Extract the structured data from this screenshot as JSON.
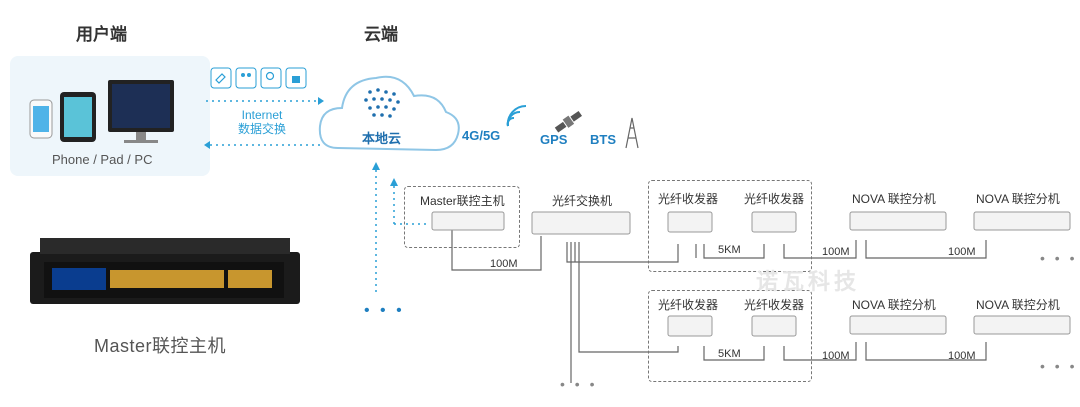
{
  "sections": {
    "user": "用户端",
    "cloud": "云端"
  },
  "user_panel": {
    "caption": "Phone / Pad / PC"
  },
  "network": {
    "line1": "Internet",
    "line2": "数据交换"
  },
  "cloud": {
    "label": "本地云"
  },
  "signals": {
    "cell": "4G/5G",
    "gps": "GPS",
    "bts": "BTS"
  },
  "server": {
    "caption": "Master联控主机"
  },
  "diagram": {
    "master_box": "Master联控主机",
    "switch": "光纤交换机",
    "transceiver": "光纤收发器",
    "nova": "NOVA 联控分机",
    "speed_100m": "100M",
    "speed_5km": "5KM",
    "more": "• • •"
  },
  "watermark": "诺瓦科技",
  "colors": {
    "accent": "#2a9fd6",
    "cloud_text": "#1f6fae",
    "line": "#666666"
  },
  "icons": [
    "edit-icon",
    "users-icon",
    "search-icon",
    "lock-icon"
  ]
}
